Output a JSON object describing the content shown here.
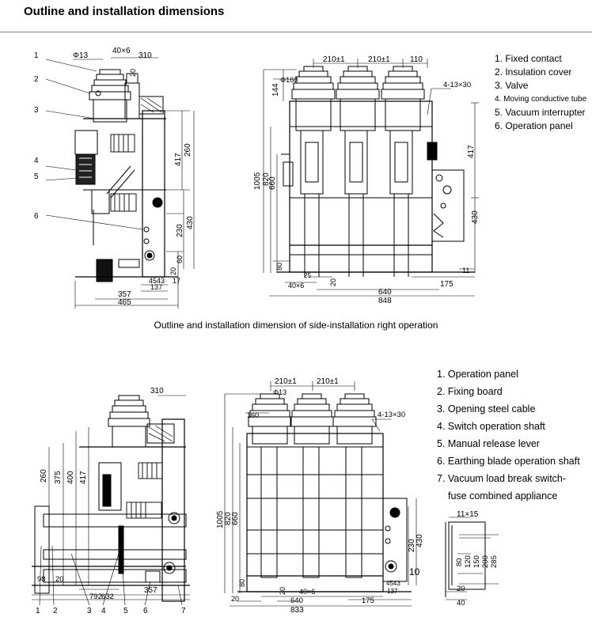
{
  "header": {
    "title": "Outline and installation dimensions"
  },
  "caption": "Outline and installation dimension of side-installation right operation",
  "legend_top": [
    "1. Fixed contact",
    "2. Insulation cover",
    "3. Valve",
    "4. Moving conductive tube",
    "5. Vacuum interrupter",
    "6. Operation panel"
  ],
  "legend_bottom": [
    "1. Operation panel",
    "2. Fixing board",
    "3. Opening steel cable",
    "4. Switch operation shaft",
    "5. Manual release lever",
    "6. Earthing blade operation shaft",
    "7. Vacuum load break switch-",
    "fuse combined appliance"
  ],
  "dims": {
    "d1_phi": "Φ13",
    "d1_40x6": "40×6",
    "d1_310": "310",
    "d1_20": "20",
    "d1_260": "260",
    "d1_417": "417",
    "d1_430": "430",
    "d1_230": "230",
    "d1_60": "60",
    "d1_20b": "20",
    "d1_17": "17",
    "d1_4543": "4543",
    "d1_137": "137",
    "d1_357": "357",
    "d1_465": "465",
    "d1_n1": "1",
    "d1_n2": "2",
    "d1_n3": "3",
    "d1_n4": "4",
    "d1_n5": "5",
    "d1_n6": "6",
    "d2_210a": "210±1",
    "d2_210b": "210±1",
    "d2_110": "110",
    "d2_phi160": "Φ160",
    "d2_144": "144",
    "d2_hole": "4-13×30",
    "d2_1005": "1005",
    "d2_820": "820",
    "d2_660": "660",
    "d2_80": "80",
    "d2_40x6": "40×6",
    "d2_20": "20",
    "d2_25": "25",
    "d2_640": "640",
    "d2_848": "848",
    "d2_175": "175",
    "d2_11": "11",
    "d2_417": "417",
    "d2_430": "430",
    "d3_310": "310",
    "d3_260": "260",
    "d3_375": "375",
    "d3_400": "400",
    "d3_417": "417",
    "d3_98": "98",
    "d3_20": "20",
    "d3_792": "792",
    "d3_632": "632",
    "d3_357": "357",
    "d3_n1": "1",
    "d3_n2": "2",
    "d3_n3": "3",
    "d3_n4": "4",
    "d3_n5": "5",
    "d3_n6": "6",
    "d3_n7": "7",
    "d4_210a": "210±1",
    "d4_210b": "210±1",
    "d4_phi": "Φ13",
    "d4_160": "160",
    "d4_hole": "4-13×30",
    "d4_1005": "1005",
    "d4_820": "820",
    "d4_660": "660",
    "d4_80": "80",
    "d4_20": "20",
    "d4_20b": "20",
    "d4_40x6": "40×6",
    "d4_640": "640",
    "d4_833": "833",
    "d4_175": "175",
    "d4_4543": "4543",
    "d4_137": "137",
    "d4_230": "230",
    "d4_430": "430",
    "d4_10": "10",
    "d5_11x15": "11×15",
    "d5_80": "80",
    "d5_120": "120",
    "d5_150": "150",
    "d5_200": "200",
    "d5_285": "285",
    "d5_20": "20",
    "d5_40": "40"
  }
}
